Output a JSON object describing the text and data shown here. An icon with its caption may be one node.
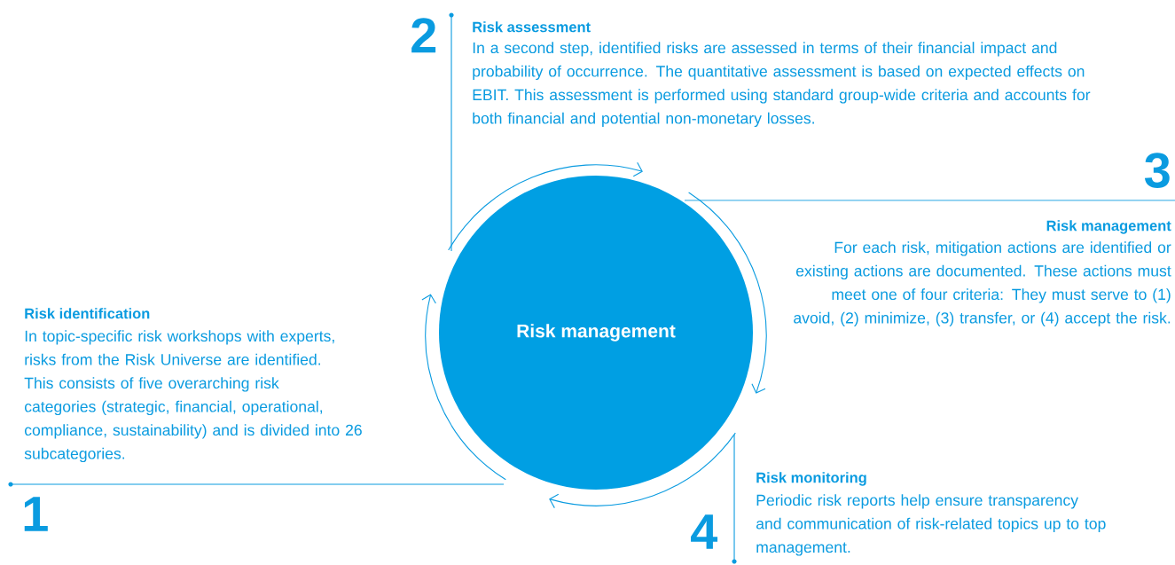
{
  "diagram": {
    "nodes": [
      {
        "text": [
          "Risk management"
        ]
      }
    ],
    "labels": [
      "2",
      "Risk assessment",
      "In a second step, identified risks are assessed in terms of their financial impact and probability of occurrence. The quantitative assessment is based on expected effects on EBIT. This assessment is performed using standard group-wide criteria and accounts for both financial and potential non-monetary losses.",
      "3",
      "Risk management",
      "For each risk, mitigation actions are identified or existing actions are documented. These actions must meet one of four criteria: They must serve to (1) avoid, (2) minimize, (3) transfer, or (4) accept the risk.",
      "Risk identification",
      "In topic-specific risk workshops with experts, risks from the Risk Universe are identified. This consists of five overarching risk categories (strategic, financial, operational, compliance, sustainability) and is divided into 26 subcategories.",
      "1",
      "Risk monitoring",
      "Periodic risk reports help ensure transparency and communication of risk-related topics up to top management.",
      "4"
    ]
  }
}
